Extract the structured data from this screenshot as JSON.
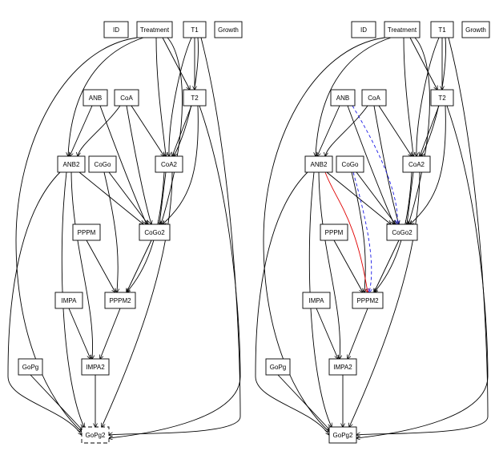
{
  "panels": [
    {
      "name": "left",
      "nodes": [
        {
          "id": "ID",
          "label": "ID"
        },
        {
          "id": "Treatment",
          "label": "Treatment"
        },
        {
          "id": "T1",
          "label": "T1"
        },
        {
          "id": "Growth",
          "label": "Growth"
        },
        {
          "id": "ANB",
          "label": "ANB"
        },
        {
          "id": "CoA",
          "label": "CoA"
        },
        {
          "id": "T2",
          "label": "T2"
        },
        {
          "id": "ANB2",
          "label": "ANB2"
        },
        {
          "id": "CoGo",
          "label": "CoGo"
        },
        {
          "id": "CoA2",
          "label": "CoA2"
        },
        {
          "id": "PPPM",
          "label": "PPPM"
        },
        {
          "id": "CoGo2",
          "label": "CoGo2"
        },
        {
          "id": "IMPA",
          "label": "IMPA"
        },
        {
          "id": "PPPM2",
          "label": "PPPM2"
        },
        {
          "id": "GoPg",
          "label": "GoPg"
        },
        {
          "id": "IMPA2",
          "label": "IMPA2"
        },
        {
          "id": "GoPg2",
          "label": "GoPg2"
        }
      ]
    },
    {
      "name": "right",
      "nodes": [
        {
          "id": "ID",
          "label": "ID"
        },
        {
          "id": "Treatment",
          "label": "Treatment"
        },
        {
          "id": "T1",
          "label": "T1"
        },
        {
          "id": "Growth",
          "label": "Growth"
        },
        {
          "id": "ANB",
          "label": "ANB"
        },
        {
          "id": "CoA",
          "label": "CoA"
        },
        {
          "id": "T2",
          "label": "T2"
        },
        {
          "id": "ANB2",
          "label": "ANB2"
        },
        {
          "id": "CoGo",
          "label": "CoGo"
        },
        {
          "id": "CoA2",
          "label": "CoA2"
        },
        {
          "id": "PPPM",
          "label": "PPPM"
        },
        {
          "id": "CoGo2",
          "label": "CoGo2"
        },
        {
          "id": "IMPA",
          "label": "IMPA"
        },
        {
          "id": "PPPM2",
          "label": "PPPM2"
        },
        {
          "id": "GoPg",
          "label": "GoPg"
        },
        {
          "id": "IMPA2",
          "label": "IMPA2"
        },
        {
          "id": "GoPg2",
          "label": "GoPg2"
        }
      ]
    }
  ],
  "edges": [
    {
      "from": "Treatment",
      "to": "ANB2",
      "style": "solid",
      "panels": [
        "left",
        "right"
      ]
    },
    {
      "from": "Treatment",
      "to": "CoA2",
      "style": "solid",
      "panels": [
        "left",
        "right"
      ]
    },
    {
      "from": "Treatment",
      "to": "T2",
      "style": "solid",
      "panels": [
        "left",
        "right"
      ]
    },
    {
      "from": "Treatment",
      "to": "CoGo2",
      "style": "solid",
      "panels": [
        "left",
        "right"
      ]
    },
    {
      "from": "T1",
      "to": "T2",
      "style": "solid",
      "panels": [
        "left",
        "right"
      ]
    },
    {
      "from": "T1",
      "to": "CoA2",
      "style": "solid",
      "panels": [
        "left",
        "right"
      ]
    },
    {
      "from": "T1",
      "to": "CoA2",
      "style": "solid",
      "panels": [
        "left",
        "right"
      ]
    },
    {
      "from": "T1",
      "to": "GoPg2",
      "style": "solid",
      "panels": [
        "left",
        "right"
      ]
    },
    {
      "from": "ANB",
      "to": "ANB2",
      "style": "solid",
      "panels": [
        "left",
        "right"
      ]
    },
    {
      "from": "ANB",
      "to": "CoGo2",
      "style": "solid",
      "panels": [
        "left",
        "right"
      ]
    },
    {
      "from": "CoA",
      "to": "ANB2",
      "style": "solid",
      "panels": [
        "left",
        "right"
      ]
    },
    {
      "from": "CoA",
      "to": "CoA2",
      "style": "solid",
      "panels": [
        "left",
        "right"
      ]
    },
    {
      "from": "CoA",
      "to": "CoGo2",
      "style": "solid",
      "panels": [
        "left",
        "right"
      ]
    },
    {
      "from": "T2",
      "to": "CoA2",
      "style": "solid",
      "panels": [
        "left",
        "right"
      ]
    },
    {
      "from": "T2",
      "to": "CoGo2",
      "style": "solid",
      "panels": [
        "left",
        "right"
      ]
    },
    {
      "from": "T2",
      "to": "GoPg2",
      "style": "solid",
      "panels": [
        "left",
        "right"
      ]
    },
    {
      "from": "ANB2",
      "to": "CoGo2",
      "style": "solid",
      "panels": [
        "left",
        "right"
      ]
    },
    {
      "from": "ANB2",
      "to": "IMPA2",
      "style": "solid",
      "panels": [
        "left",
        "right"
      ]
    },
    {
      "from": "ANB2",
      "to": "GoPg2",
      "style": "solid",
      "panels": [
        "left",
        "right"
      ]
    },
    {
      "from": "ANB2",
      "to": "GoPg2",
      "style": "solid",
      "panels": [
        "left",
        "right"
      ]
    },
    {
      "from": "CoGo",
      "to": "CoGo2",
      "style": "solid",
      "panels": [
        "left",
        "right"
      ]
    },
    {
      "from": "CoGo",
      "to": "PPPM2",
      "style": "solid",
      "panels": [
        "left",
        "right"
      ]
    },
    {
      "from": "CoA2",
      "to": "CoGo2",
      "style": "solid",
      "panels": [
        "left",
        "right"
      ]
    },
    {
      "from": "CoA2",
      "to": "PPPM2",
      "style": "solid",
      "panels": [
        "left",
        "right"
      ]
    },
    {
      "from": "CoA2",
      "to": "GoPg2",
      "style": "solid",
      "panels": [
        "left",
        "right"
      ]
    },
    {
      "from": "PPPM",
      "to": "PPPM2",
      "style": "solid",
      "panels": [
        "left",
        "right"
      ]
    },
    {
      "from": "CoGo2",
      "to": "PPPM2",
      "style": "solid",
      "panels": [
        "left",
        "right"
      ]
    },
    {
      "from": "IMPA",
      "to": "IMPA2",
      "style": "solid",
      "panels": [
        "left",
        "right"
      ]
    },
    {
      "from": "PPPM2",
      "to": "IMPA2",
      "style": "solid",
      "panels": [
        "left",
        "right"
      ]
    },
    {
      "from": "IMPA2",
      "to": "GoPg2",
      "style": "solid",
      "panels": [
        "left",
        "right"
      ]
    },
    {
      "from": "GoPg",
      "to": "GoPg2",
      "style": "solid",
      "panels": [
        "left",
        "right"
      ]
    },
    {
      "from": "Treatment",
      "to": "GoPg2",
      "style": "solid",
      "panels": [
        "left",
        "right"
      ]
    },
    {
      "from": "ANB2",
      "to": "PPPM2",
      "style": "solid-red",
      "panels": [
        "right"
      ]
    },
    {
      "from": "ANB",
      "to": "CoGo2",
      "style": "dashed-blue",
      "panels": [
        "right"
      ]
    },
    {
      "from": "CoGo",
      "to": "PPPM2",
      "style": "dashed-blue",
      "panels": [
        "right"
      ]
    }
  ],
  "colors": {
    "line": "#000000",
    "added": "#e00000",
    "removed": "#1a1ae6"
  }
}
